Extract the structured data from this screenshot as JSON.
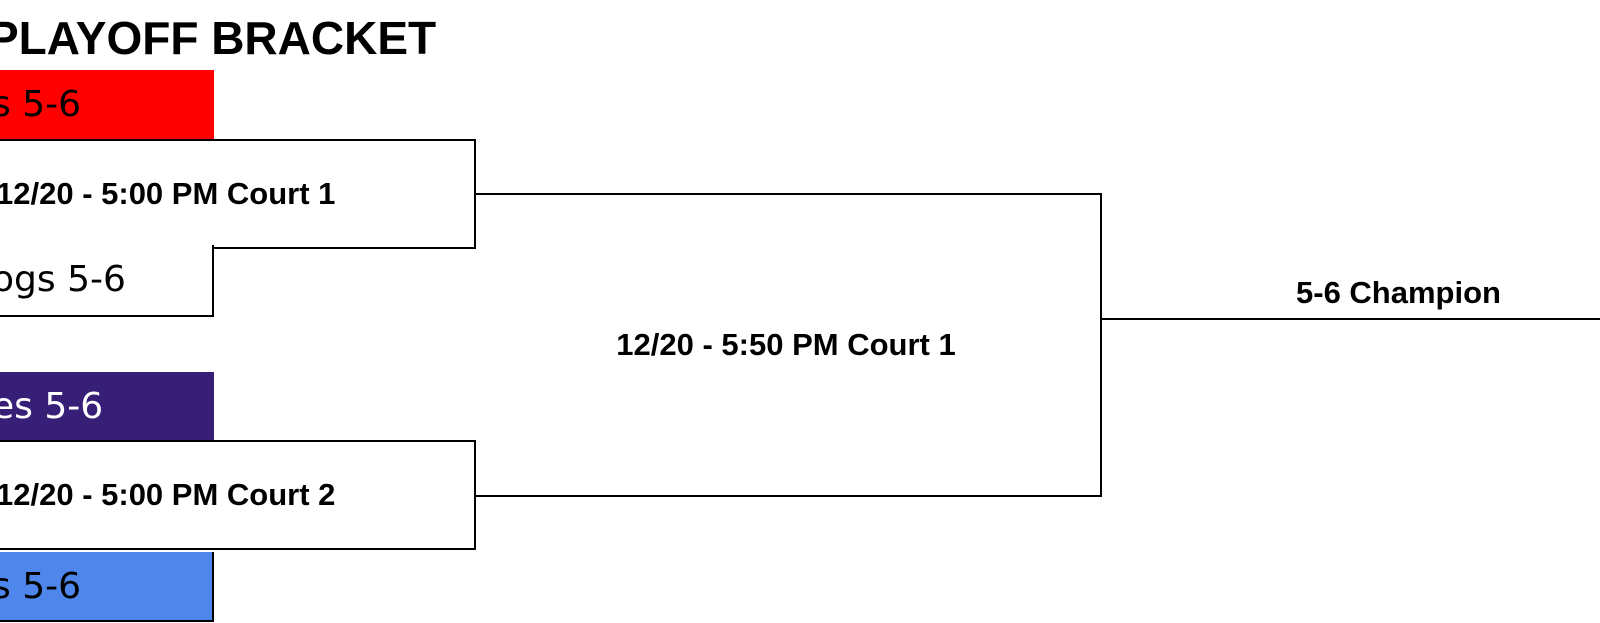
{
  "title": "PLAYOFF BRACKET",
  "teams": [
    {
      "label": "s 5-6",
      "color": "#ff0000"
    },
    {
      "label": "ogs 5-6",
      "color": "#ffffff"
    },
    {
      "label": "es 5-6",
      "color": "#371f77"
    },
    {
      "label": "s 5-6",
      "color": "#4f86ec"
    }
  ],
  "games": [
    {
      "label": "12/20 - 5:00 PM Court 1"
    },
    {
      "label": "12/20 - 5:00 PM Court 2"
    }
  ],
  "final": {
    "label": "12/20 - 5:50 PM Court 1"
  },
  "champion": {
    "label": "5-6 Champion"
  }
}
